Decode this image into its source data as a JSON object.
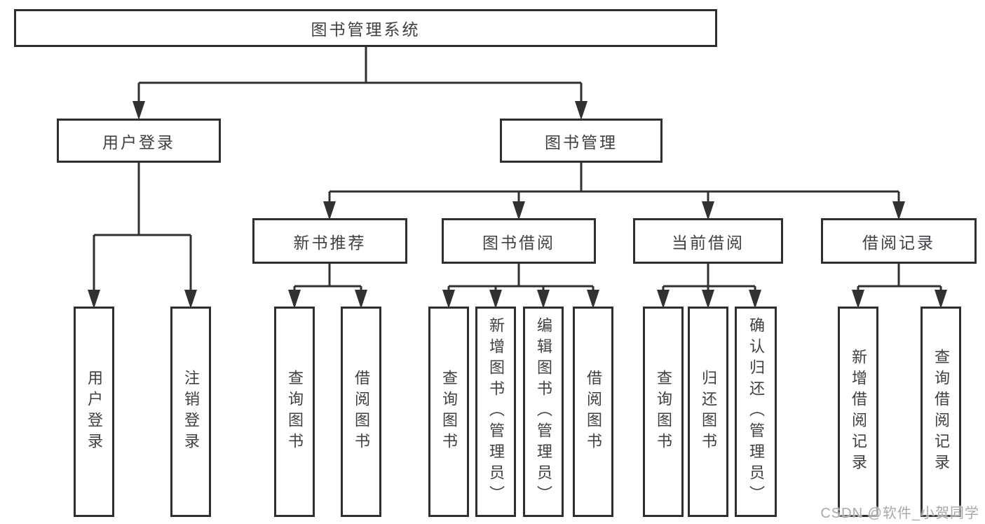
{
  "diagram": {
    "root": {
      "label": "图书管理系统"
    },
    "login": {
      "label": "用户登录",
      "children": [
        "用户登录",
        "注销登录"
      ]
    },
    "manage": {
      "label": "图书管理",
      "sections": [
        {
          "label": "新书推荐",
          "children": [
            "查询图书",
            "借阅图书"
          ]
        },
        {
          "label": "图书借阅",
          "children": [
            "查询图书",
            "新增图书（管理员）",
            "编辑图书（管理员）",
            "借阅图书"
          ]
        },
        {
          "label": "当前借阅",
          "children": [
            "查询图书",
            "归还图书",
            "确认归还（管理员）"
          ]
        },
        {
          "label": "借阅记录",
          "children": [
            "新增借阅记录",
            "查询借阅记录"
          ]
        }
      ]
    }
  },
  "watermark": {
    "text": "CSDN @软件_小贺同学"
  },
  "colors": {
    "line": "#313131",
    "box_border": "#2f2f2f",
    "text": "#3e4044",
    "watermark": "#a9a9a9",
    "background": "#ffffff"
  }
}
